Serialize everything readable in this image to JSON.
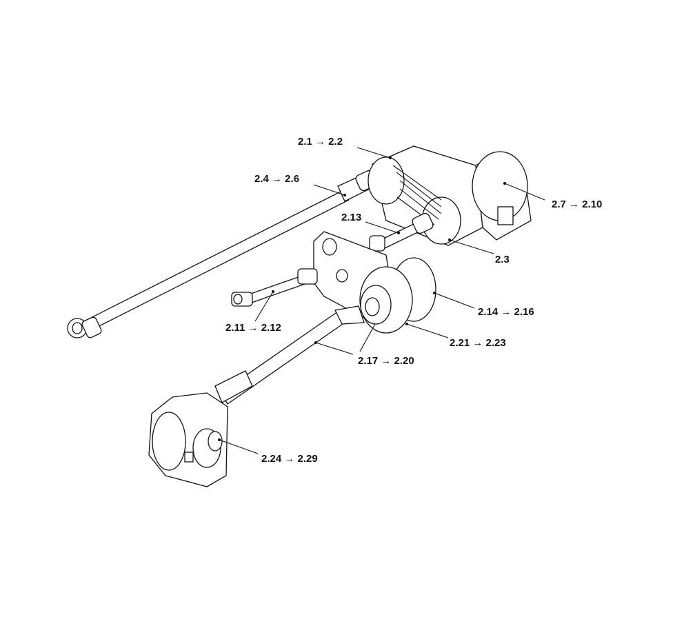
{
  "diagram": {
    "labels": {
      "l1": "2.1 → 2.2",
      "l2": "2.4 → 2.6",
      "l3": "2.7 → 2.10",
      "l4": "2.13",
      "l5": "2.3",
      "l6": "2.14 → 2.16",
      "l7": "2.11 → 2.12",
      "l8": "2.21 → 2.23",
      "l9": "2.17 → 2.20",
      "l10": "2.24 → 2.29"
    }
  }
}
